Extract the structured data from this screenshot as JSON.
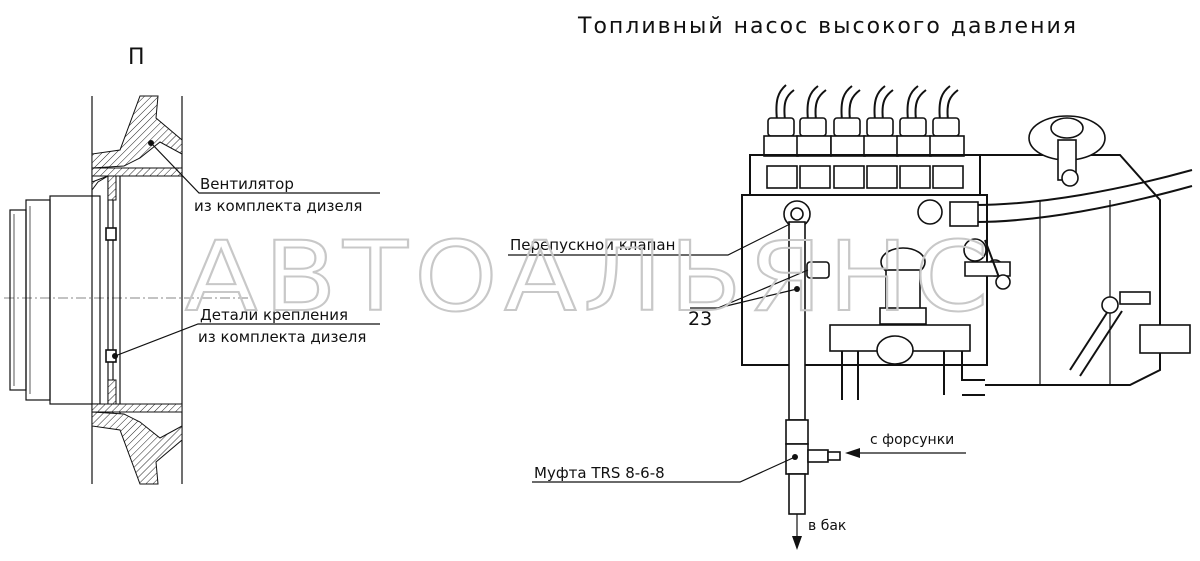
{
  "title": "Топливный насос высокого давления",
  "view_label": "П",
  "labels": {
    "fan_line1": "Вентилятор",
    "fan_line2": "из комплекта дизеля",
    "mount_line1": "Детали крепления",
    "mount_line2": "из комплекта дизеля",
    "bypass_valve": "Перепускной клапан",
    "item_number": "23",
    "coupling": "Муфта TRS 8-6-8",
    "from_injectors": "с форсунки",
    "to_tank": "в бак"
  },
  "watermark": "АВТОАЛЬЯНС"
}
